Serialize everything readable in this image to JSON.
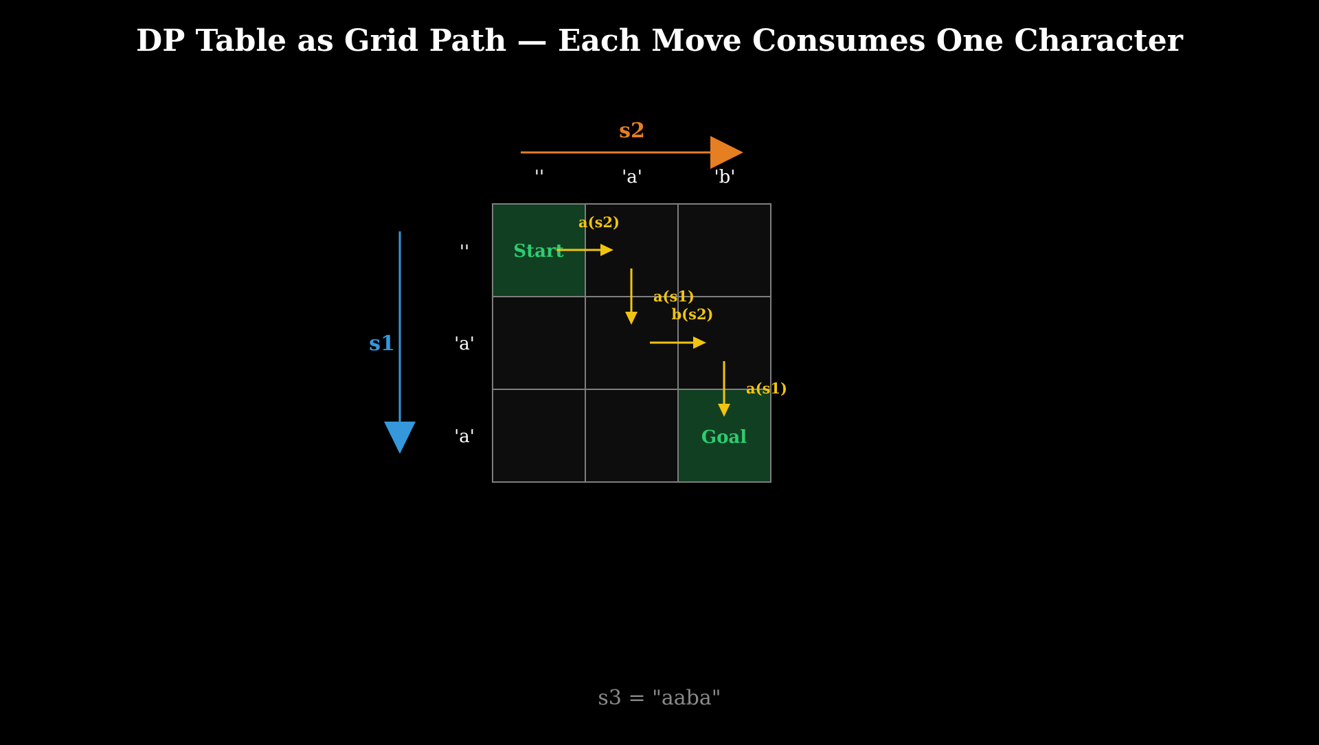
{
  "title": "DP Table as Grid Path — Each Move Consumes One Character",
  "colors": {
    "background": "#000000",
    "s1_axis": "#3498db",
    "s2_axis": "#e67e22",
    "path": "#f1c40f",
    "endpoint_fill": "#113f22",
    "endpoint_text": "#2ecc71",
    "cell_fill": "#0d0d0d",
    "grid_line": "#7f7f7f",
    "footer_text": "#8a8a8a"
  },
  "axes": {
    "s2_label": "s2",
    "s1_label": "s1"
  },
  "columns": [
    "''",
    "'a'",
    "'b'"
  ],
  "rows": [
    "''",
    "'a'",
    "'a'"
  ],
  "cells": {
    "start_label": "Start",
    "goal_label": "Goal"
  },
  "moves": [
    {
      "label": "a(s2)",
      "direction": "right",
      "from": [
        0,
        0
      ],
      "to": [
        0,
        1
      ]
    },
    {
      "label": "a(s1)",
      "direction": "down",
      "from": [
        0,
        1
      ],
      "to": [
        1,
        1
      ]
    },
    {
      "label": "b(s2)",
      "direction": "right",
      "from": [
        1,
        1
      ],
      "to": [
        1,
        2
      ]
    },
    {
      "label": "a(s1)",
      "direction": "down",
      "from": [
        1,
        2
      ],
      "to": [
        2,
        2
      ]
    }
  ],
  "footer": "s3 = \"aaba\""
}
